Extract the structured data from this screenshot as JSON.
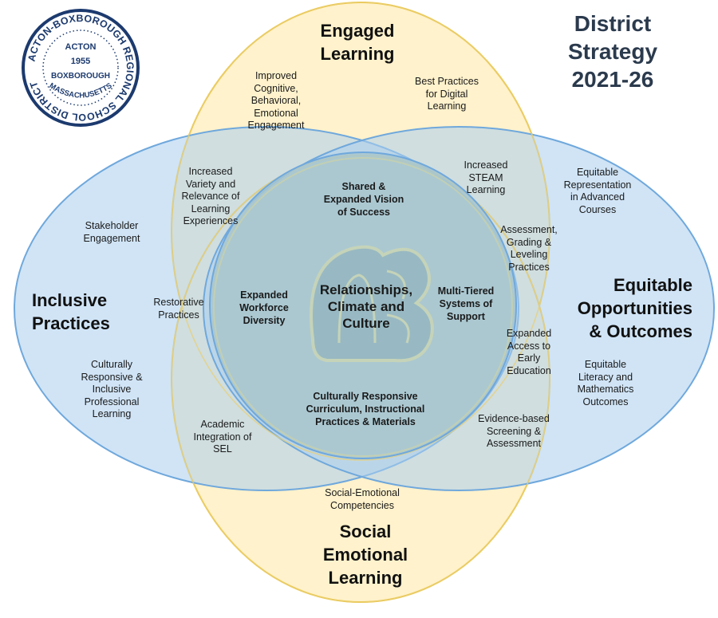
{
  "title": "District Strategy\n2021-26",
  "seal": {
    "outer_text": "ACTON-BOXBOROUGH REGIONAL SCHOOL DISTRICT",
    "line1": "ACTON",
    "line2": "1955",
    "line3": "BOXBOROUGH",
    "line4": "MASSACHUSETTS"
  },
  "colors": {
    "blue_fill": "#cfe2f3",
    "blue_stroke": "#6fa8dc",
    "yellow_fill": "#fff2cc",
    "yellow_stroke": "#f1c232",
    "overlap_green": "#d0e0d8",
    "center_fill": "#a9c8cf",
    "title_color": "#2b3a4d",
    "seal_navy": "#1c3a6e"
  },
  "circles": {
    "engaged": "Engaged\nLearning",
    "inclusive": "Inclusive\nPractices",
    "equitable": "Equitable\nOpportunities\n& Outcomes",
    "sel": "Social\nEmotional\nLearning"
  },
  "center_core": "Relationships,\nClimate and\nCulture",
  "center_items": {
    "top": "Shared &\nExpanded Vision\nof Success",
    "left": "Expanded\nWorkforce\nDiversity",
    "right": "Multi-Tiered\nSystems of\nSupport",
    "bottom": "Culturally Responsive\nCurriculum,  Instructional\nPractices & Materials"
  },
  "items": {
    "improved_engagement": "Improved\nCognitive,\nBehavioral,\nEmotional\nEngagement",
    "digital_learning": "Best Practices\nfor Digital\nLearning",
    "variety_relevance": "Increased\nVariety and\nRelevance of\nLearning\nExperiences",
    "steam": "Increased\nSTEAM\nLearning",
    "advanced_courses": "Equitable\nRepresentation\nin Advanced\nCourses",
    "stakeholder": "Stakeholder\nEngagement",
    "assessment_grading": "Assessment,\nGrading &\nLeveling\nPractices",
    "restorative": "Restorative\nPractices",
    "early_education": "Expanded\nAccess to\nEarly\nEducation",
    "prof_learning": "Culturally\nResponsive &\nInclusive\nProfessional\nLearning",
    "literacy_math": "Equitable\nLiteracy and\nMathematics\nOutcomes",
    "academic_sel": "Academic\nIntegration of\nSEL",
    "screening": "Evidence-based\nScreening &\nAssessment",
    "sel_competencies": "Social-Emotional\nCompetencies"
  }
}
